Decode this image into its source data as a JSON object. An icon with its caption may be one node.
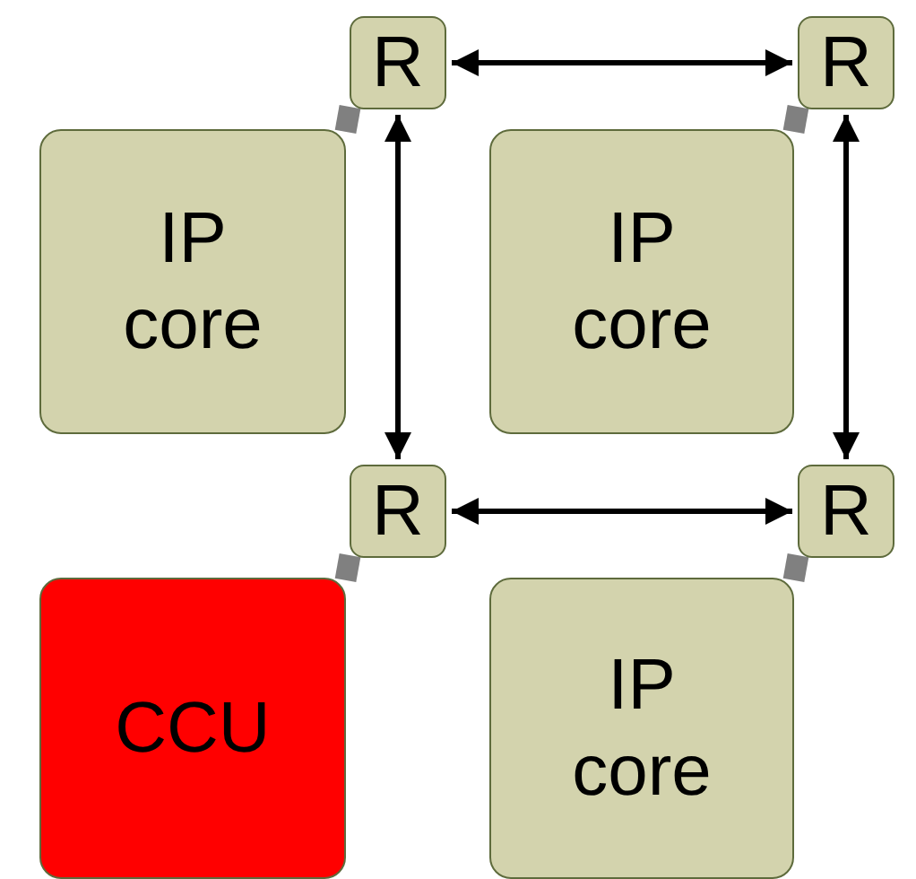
{
  "diagram": {
    "nodes": [
      {
        "text": [
          "R"
        ]
      },
      {
        "text": [
          "R"
        ]
      },
      {
        "text": [
          "IP core"
        ]
      },
      {
        "text": [
          "IP core"
        ]
      },
      {
        "text": [
          "R"
        ]
      },
      {
        "text": [
          "R"
        ]
      },
      {
        "text": [
          "CCU"
        ]
      },
      {
        "text": [
          "IP core"
        ]
      }
    ],
    "edges": [
      {
        "from": 0,
        "to": 1,
        "arrow": "both"
      },
      {
        "from": 0,
        "to": 4,
        "arrow": "both"
      },
      {
        "from": 1,
        "to": 5,
        "arrow": "both"
      },
      {
        "from": 4,
        "to": 5,
        "arrow": "both"
      },
      {
        "from": 0,
        "to": 2,
        "arrow": "none",
        "style": "thick",
        "color": "#808080"
      },
      {
        "from": 1,
        "to": 3,
        "arrow": "none",
        "style": "thick",
        "color": "#808080"
      },
      {
        "from": 4,
        "to": 6,
        "arrow": "none",
        "style": "thick",
        "color": "#808080"
      },
      {
        "from": 5,
        "to": 7,
        "arrow": "none",
        "style": "thick",
        "color": "#808080"
      }
    ]
  }
}
